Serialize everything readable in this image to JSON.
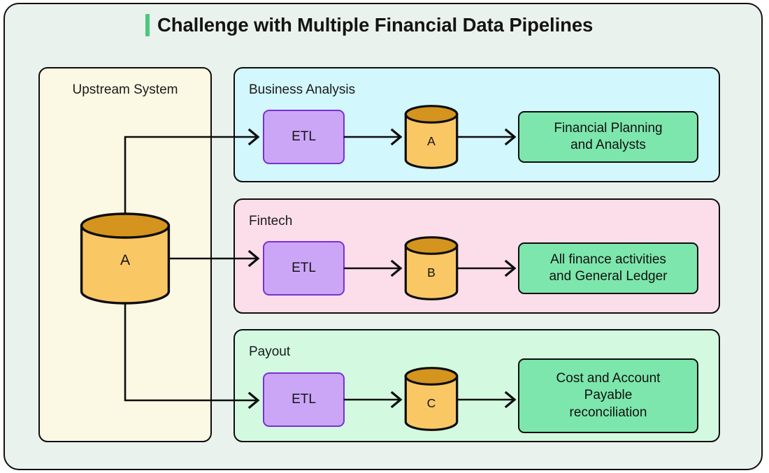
{
  "page": {
    "title": "Challenge with Multiple Financial Data Pipelines",
    "accent_color": "#4cc77f",
    "background_color": "#eaf2ee",
    "border_color": "#0d0d0d"
  },
  "upstream": {
    "label": "Upstream System",
    "panel_color": "#fbf8e3",
    "database": {
      "label": "A",
      "icon": "database-cylinder-icon",
      "top_color": "#d4941e",
      "body_color": "#fac765"
    }
  },
  "pipelines": [
    {
      "id": "business-analysis",
      "label": "Business Analysis",
      "panel_color": "#d2f7fc",
      "etl": {
        "label": "ETL",
        "fill": "#cba6f7",
        "border": "#7b2fd4"
      },
      "database": {
        "label": "A",
        "icon": "database-cylinder-icon"
      },
      "consumer": {
        "label": "Financial Planning\nand Analysts",
        "fill": "#7de6ac"
      }
    },
    {
      "id": "fintech",
      "label": "Fintech",
      "panel_color": "#fcdeea",
      "etl": {
        "label": "ETL",
        "fill": "#cba6f7",
        "border": "#7b2fd4"
      },
      "database": {
        "label": "B",
        "icon": "database-cylinder-icon"
      },
      "consumer": {
        "label": "All finance activities\nand General Ledger",
        "fill": "#7de6ac"
      }
    },
    {
      "id": "payout",
      "label": "Payout",
      "panel_color": "#d3fae1",
      "etl": {
        "label": "ETL",
        "fill": "#cba6f7",
        "border": "#7b2fd4"
      },
      "database": {
        "label": "C",
        "icon": "database-cylinder-icon"
      },
      "consumer": {
        "label": "Cost and Account\nPayable\nreconciliation",
        "fill": "#7de6ac"
      }
    }
  ],
  "connectors": {
    "count": 9,
    "style": "orthogonal-open-arrow",
    "description": "Source database A fans out to three ETL pipelines; each ETL feeds a database which feeds a consumer box."
  }
}
